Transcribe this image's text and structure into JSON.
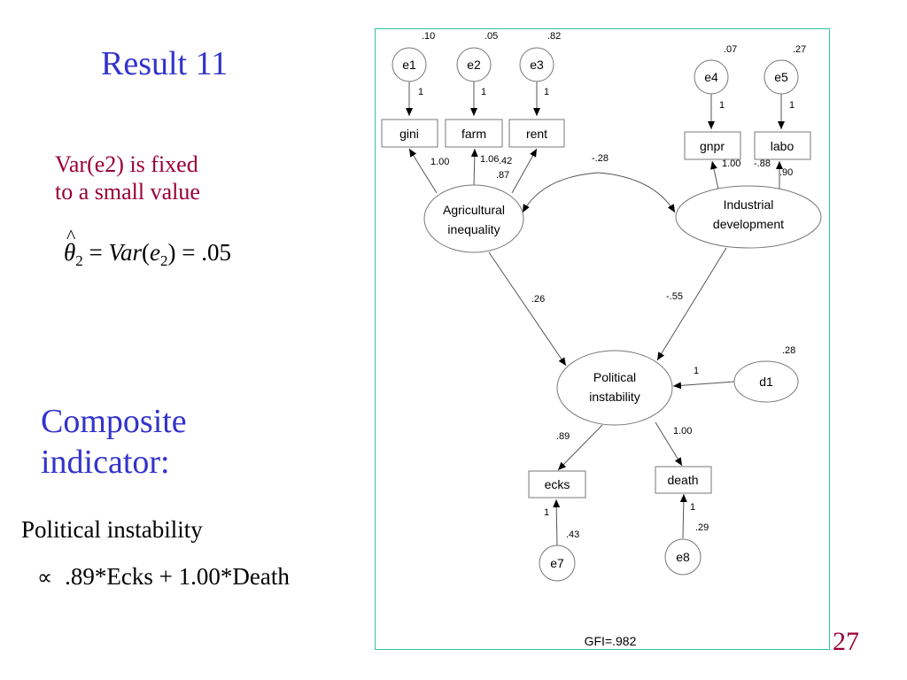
{
  "slide": {
    "title": "Result 11",
    "note_line1": "Var(e2) is fixed",
    "note_line2": "to a small value",
    "formula": {
      "theta": "θ",
      "hat": "^",
      "theta_sub": "2",
      "eq1": " = ",
      "var_fn": "Var",
      "paren_open": "(",
      "e": "e",
      "e_sub": "2",
      "paren_close": ")",
      "eq2": " = .05"
    },
    "composite_heading_line1": "Composite",
    "composite_heading_line2": "indicator:",
    "composite_label": "Political instability",
    "composite_symbol": "∝",
    "composite_formula": ".89*Ecks  + 1.00*Death",
    "page_number": "27"
  },
  "diagram": {
    "errors": {
      "e1": {
        "label": "e1",
        "variance": ".10",
        "path": "1"
      },
      "e2": {
        "label": "e2",
        "variance": ".05",
        "path": "1"
      },
      "e3": {
        "label": "e3",
        "variance": ".82",
        "path": "1"
      },
      "e4": {
        "label": "e4",
        "variance": ".07",
        "path": "1"
      },
      "e5": {
        "label": "e5",
        "variance": ".27",
        "path": "1"
      },
      "e7": {
        "label": "e7",
        "variance": ".43",
        "path": "1"
      },
      "e8": {
        "label": "e8",
        "variance": ".29",
        "path": "1"
      },
      "d1": {
        "label": "d1",
        "variance": ".28",
        "path": "1"
      }
    },
    "indicators": {
      "gini": "gini",
      "farm": "farm",
      "rent": "rent",
      "gnpr": "gnpr",
      "labo": "labo",
      "ecks": "ecks",
      "death": "death"
    },
    "latents": {
      "agri_line1": "Agricultural",
      "agri_line2": "inequality",
      "ind_line1": "Industrial",
      "ind_line2": "development",
      "pol_line1": "Political",
      "pol_line2": "instability"
    },
    "loadings": {
      "gini": "1.00",
      "farm": "1.06",
      "farm_r2": ".42",
      "rent": ".87",
      "gnpr": "1.00",
      "labo": "-.88",
      "labo_r2": ".90",
      "ecks": ".89",
      "death": "1.00"
    },
    "correlation": "-.28",
    "effects": {
      "agri_to_pol": ".26",
      "ind_to_pol": "-.55"
    },
    "gfi": "GFI=.982"
  }
}
